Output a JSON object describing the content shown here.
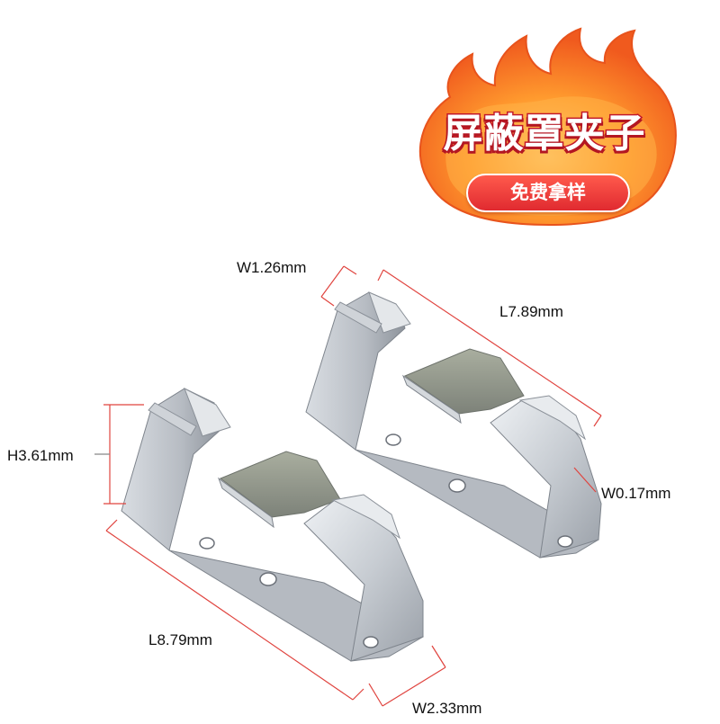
{
  "badge": {
    "title": "屏蔽罩夹子",
    "button_label": "免费拿样"
  },
  "dimensions": {
    "w_top": "W1.26mm",
    "l_top": "L7.89mm",
    "h": "H3.61mm",
    "w_thickness": "W0.17mm",
    "l_bottom": "L8.79mm",
    "w_bottom": "W2.33mm"
  },
  "colors": {
    "badge_red": "#d92d2d",
    "badge_orange": "#ff9a2e",
    "dimension_line": "#e0443f",
    "metal": "#c9cfd6"
  }
}
